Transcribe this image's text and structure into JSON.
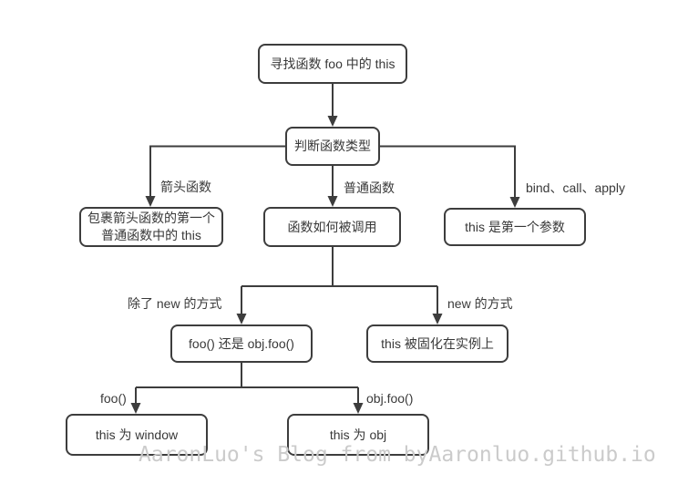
{
  "watermark": "AaronLuo's Blog from byAaronluo.github.io",
  "colors": {
    "line": "#3d3d3d",
    "box_border": "#3d3d3d",
    "box_fill": "#ffffff",
    "text": "#383838",
    "watermark": "#cbcbcb",
    "background": "#ffffff"
  },
  "nodes": {
    "find_this": {
      "label": "寻找函数 foo 中的 this"
    },
    "judge_type": {
      "label": "判断函数类型"
    },
    "arrow_fn_result": {
      "line1": "包裹箭头函数的第一个",
      "line2": "普通函数中的 this"
    },
    "how_called": {
      "label": "函数如何被调用"
    },
    "first_param": {
      "label": "this 是第一个参数"
    },
    "foo_or_objfoo": {
      "label": "foo() 还是 obj.foo()"
    },
    "fixed_on_instance": {
      "label": "this 被固化在实例上"
    },
    "this_window": {
      "label": "this 为 window"
    },
    "this_obj": {
      "label": "this 为 obj"
    }
  },
  "edge_labels": {
    "arrow_fn": "箭头函数",
    "normal_fn": "普通函数",
    "bind_call_apply": "bind、call、apply",
    "not_new": "除了 new 的方式",
    "new_way": "new 的方式",
    "foo_call": "foo()",
    "obj_foo_call": "obj.foo()"
  }
}
